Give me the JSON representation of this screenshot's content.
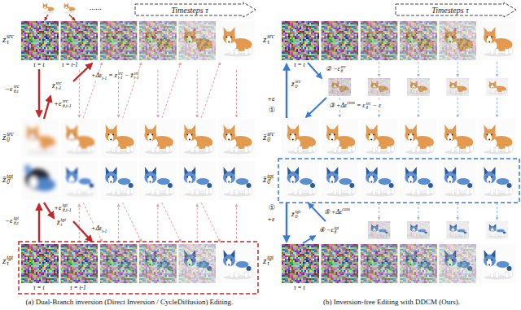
{
  "diagram": {
    "nodes": [
      {
        "text": [
          "Timesteps τ"
        ]
      },
      {
        "text": [
          "Timesteps τ"
        ]
      }
    ],
    "labels": [
      "......",
      "z",
      "src",
      "τ",
      "τ = t",
      "τ = t-1",
      "−ε",
      "src",
      "θ,t",
      "z̄",
      "src",
      "t-1",
      "+ε",
      "src",
      "θ,t-1",
      "+Δε",
      "t-1",
      "= z",
      "src",
      "t-1",
      "− z̄",
      "src",
      "t-1",
      "z̄",
      "src",
      "0",
      "z̄",
      "tgt",
      "0",
      "+ε",
      "tgt",
      "θ,t-1",
      "−ε",
      "tgt",
      "θ,t",
      "z̄",
      "tgt",
      "t",
      "+Δε",
      "t-1",
      "z",
      "tgt",
      "τ",
      "τ = t",
      "τ = t-1",
      "(a) Dual-Branch inversion (Direct Inversion / CycleDiffusion) Editing.",
      "z",
      "src",
      "τ",
      "τ = t",
      "+ε",
      "①",
      "z̄",
      "src",
      "0",
      "②",
      "−ε",
      "src",
      "θ",
      "③",
      "+Δε",
      "cons",
      "= ε",
      "src",
      "θ",
      "− ε",
      "z̄",
      "src",
      "0",
      "z̄",
      "tgt",
      "0",
      "①",
      "+ε",
      "z̄",
      "tgt",
      "0",
      "⑤",
      "+Δε",
      "cons",
      "④",
      "−ε",
      "tgt",
      "θ",
      "z",
      "tgt",
      "τ",
      "τ = t",
      "(b) Inversion-free Editing with DDCM (Ours)."
    ]
  }
}
